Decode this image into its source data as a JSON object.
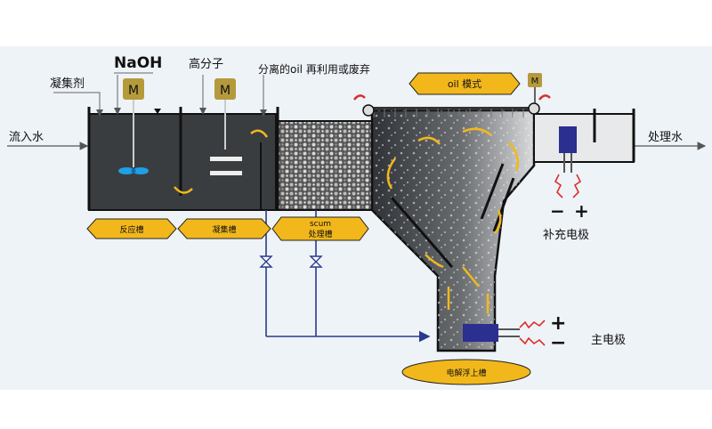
{
  "labels": {
    "inflow": "流入水",
    "coagulant": "凝集剂",
    "naoh": "NaOH",
    "polymer": "高分子",
    "oil_separation": "分离的oil 再利用或废弃",
    "oil_mode": "oil 模式",
    "outflow": "处理水",
    "aux_electrode": "补充电极",
    "main_electrode": "主电极",
    "reaction_tank": "反应槽",
    "coagulation_tank": "凝集槽",
    "scum_line1": "scum",
    "scum_line2": "处理槽",
    "flotation_tank": "电解浮上槽"
  },
  "motor_symbol": "M",
  "signs": {
    "plus": "+",
    "minus": "−"
  },
  "colors": {
    "tank_dark": "#3a3d40",
    "tank_outline": "#111111",
    "label_fill": "#f2b81b",
    "pipe": "#2a3a8c",
    "flow_arrow": "#f2b81b",
    "electrode": "#2b2f8f",
    "spark": "#d9302a",
    "mixer": "#1ea0e6",
    "motor": "#b59a3c",
    "panel_bg": "#eef3f8"
  }
}
